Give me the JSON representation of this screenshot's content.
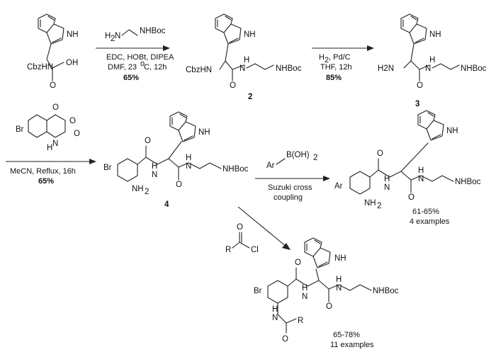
{
  "step1": {
    "reagent_label": "H2N~NHBoc",
    "reagent_left": "H",
    "reagent_sub": "2",
    "reagent_n": "N",
    "reagent_right": "NHBoc",
    "cond1": "EDC, HOBt, DIPEA",
    "cond2_a": "DMF, 23 ",
    "cond2_deg": "o",
    "cond2_b": "C, 12h",
    "yield": "65%"
  },
  "step2": {
    "cond1": "H2, Pd/C",
    "cond1_a": "H",
    "cond1_sub": "2",
    "cond1_b": ", Pd/C",
    "cond2": "THF, 12h",
    "yield": "85%"
  },
  "step3": {
    "cond1": "MeCN, Reflux, 16h",
    "yield": "65%"
  },
  "step4": {
    "reagent_ar": "Ar",
    "reagent_boh": "B(OH)",
    "reagent_sub": "2",
    "cond1": "Suzuki cross",
    "cond2": "coupling",
    "yield": "61-65%",
    "examples": "4 examples"
  },
  "step5": {
    "reagent_r": "R",
    "reagent_o": "O",
    "reagent_cl": "Cl",
    "yield": "65-78%",
    "examples": "11 examples"
  },
  "compounds": {
    "c2": "2",
    "c3": "3",
    "c4": "4"
  },
  "atoms": {
    "nh": "NH",
    "h": "H",
    "n": "N",
    "o": "O",
    "oh": "OH",
    "cbzhn": "CbzHN",
    "nhboc": "NHBoc",
    "h2n": "H2N",
    "br": "Br",
    "ar": "Ar",
    "r": "R",
    "nh2_n": "NH",
    "nh2_sub": "2"
  }
}
